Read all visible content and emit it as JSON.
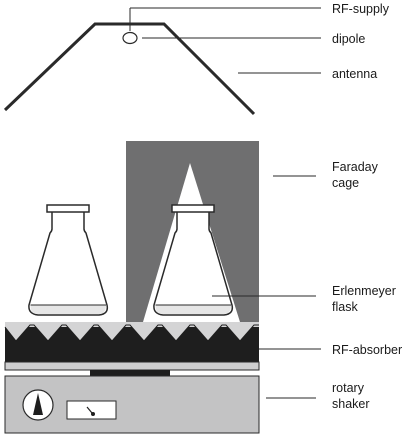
{
  "labels": {
    "rf_supply": "RF-supply",
    "dipole": "dipole",
    "antenna": "antenna",
    "faraday_line1": "Faraday",
    "faraday_line2": "cage",
    "flask_line1": "Erlenmeyer",
    "flask_line2": "flask",
    "rf_absorber": "RF-absorber",
    "shaker_line1": "rotary",
    "shaker_line2": "shaker"
  },
  "colors": {
    "cage": "#6f6f70",
    "cage_opening": "#ffffff",
    "absorber": "#1e1e1e",
    "platform": "#cfcfd0",
    "shaker_body": "#c3c3c4",
    "outline": "#2a2a2a",
    "liquid": "#e6e6e6"
  },
  "icons": [
    "dial-icon",
    "gauge-display-icon"
  ]
}
